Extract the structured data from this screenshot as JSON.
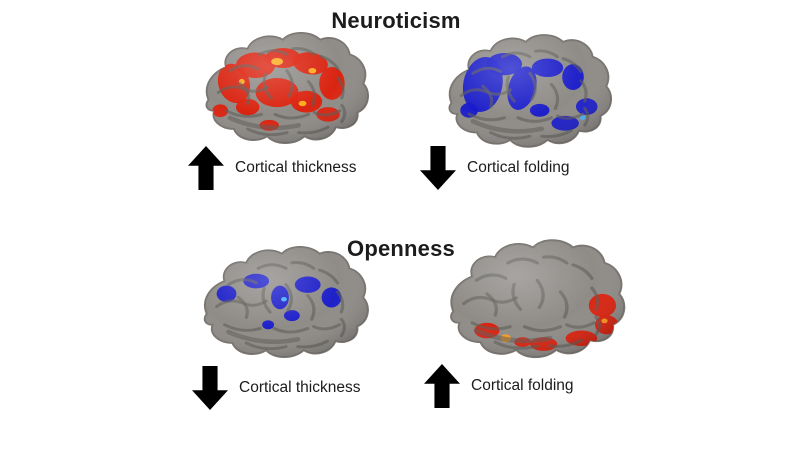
{
  "figure": {
    "background": "#ffffff",
    "sections": [
      {
        "title": "Neuroticism",
        "panels": [
          {
            "label": "Cortical thickness",
            "direction": "up",
            "highlight_color": "#e01c08",
            "hotspot_color": "#ffb21e",
            "highlight_extent": "widespread red over frontal and parietal gyri with small yellow hotspots"
          },
          {
            "label": "Cortical folding",
            "direction": "down",
            "highlight_color": "#1618ce",
            "hotspot_color": "#49b6ff",
            "highlight_extent": "widespread blue over frontal and parietal gyri"
          }
        ]
      },
      {
        "title": "Openness",
        "panels": [
          {
            "label": "Cortical thickness",
            "direction": "down",
            "highlight_color": "#1618ce",
            "hotspot_color": "#49b6ff",
            "highlight_extent": "scattered blue patches on superior frontal and parietal gyri"
          },
          {
            "label": "Cortical folding",
            "direction": "up",
            "highlight_color": "#e01c08",
            "hotspot_color": "#ff9d1c",
            "highlight_extent": "red patches on inferior temporal and occipital regions with an orange hotspot"
          }
        ]
      }
    ],
    "brain_colors": {
      "cortex": "#8f8c88",
      "sulci": "#5e5b57",
      "outline": "#7a7672"
    },
    "arrow_color": "#000000",
    "text_color": "#1c1c1c"
  }
}
